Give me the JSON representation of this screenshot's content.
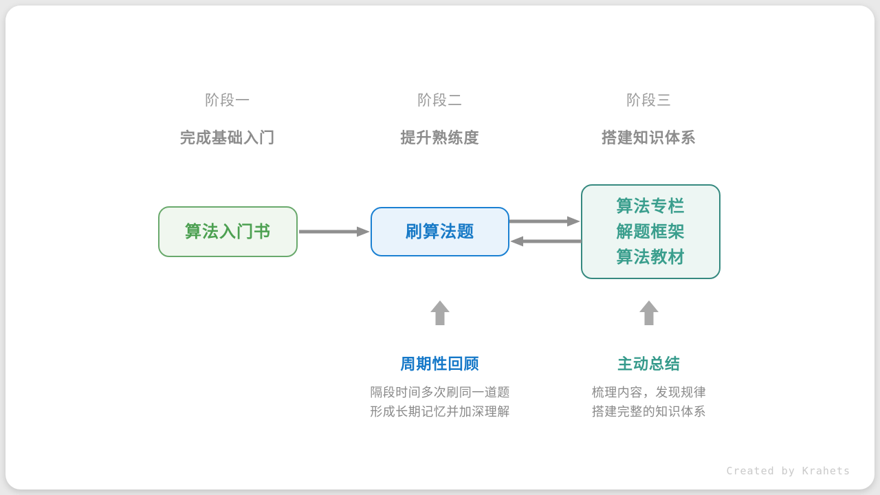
{
  "stages": [
    {
      "label": "阶段一",
      "subtitle": "完成基础入门"
    },
    {
      "label": "阶段二",
      "subtitle": "提升熟练度"
    },
    {
      "label": "阶段三",
      "subtitle": "搭建知识体系"
    }
  ],
  "flow_boxes": [
    {
      "title": "算法入门书"
    },
    {
      "title": "刷算法题"
    },
    {
      "lines": [
        "算法专栏",
        "解题框架",
        "算法教材"
      ]
    }
  ],
  "annotations": [
    {
      "title": "周期性回顾",
      "desc_lines": [
        "隔段时间多次刷同一道题",
        "形成长期记忆并加深理解"
      ]
    },
    {
      "title": "主动总结",
      "desc_lines": [
        "梳理内容，发现规律",
        "搭建完整的知识体系"
      ]
    }
  ],
  "watermark": "Created by Krahets",
  "colors": {
    "green_text": "#4ca051",
    "green_border": "#69a96c",
    "green_bg": "#f0f7ef",
    "blue_text": "#1779c6",
    "blue_border": "#1a80d2",
    "blue_bg": "#e9f3fc",
    "teal_text": "#3a9e8d",
    "teal_border": "#35897f",
    "teal_bg": "#edf6f3",
    "connector_arrow": "#8f8f8f",
    "block_arrow": "#a9a9a9",
    "stage_label": "#9a9a9a",
    "stage_subtitle": "#8c8c8c",
    "desc_text": "#8a8a8a",
    "annotation_blue": "#1578c8",
    "annotation_teal": "#359a8b",
    "watermark": "#c9c9c9"
  }
}
